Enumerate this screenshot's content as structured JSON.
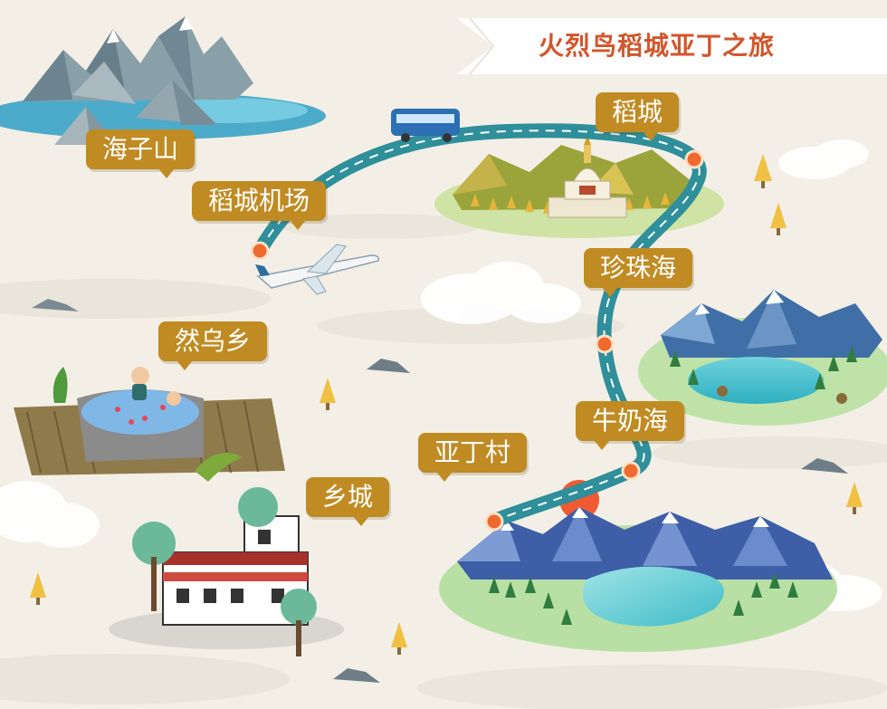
{
  "title": "火烈鸟稻城亚丁之旅",
  "places": {
    "haizishan": "海子山",
    "daocheng_airport": "稻城机场",
    "daocheng": "稻城",
    "zhenzhuhai": "珍珠海",
    "ranwuxiang": "然乌乡",
    "niunaihai": "牛奶海",
    "yading_village": "亚丁村",
    "xiangcheng": "乡城"
  },
  "colors": {
    "background": "#f3efe6",
    "title_text": "#d2552b",
    "label_fill": "#c08b23",
    "route_road": "#2f8f9a",
    "stop_marker": "#ee6a2e"
  },
  "icons": [
    "bus-icon",
    "airplane-icon",
    "stupa-icon",
    "hot-spring-icon",
    "tibetan-house-icon",
    "pine-tree-icon",
    "cloud-icon",
    "mountain-icon"
  ]
}
